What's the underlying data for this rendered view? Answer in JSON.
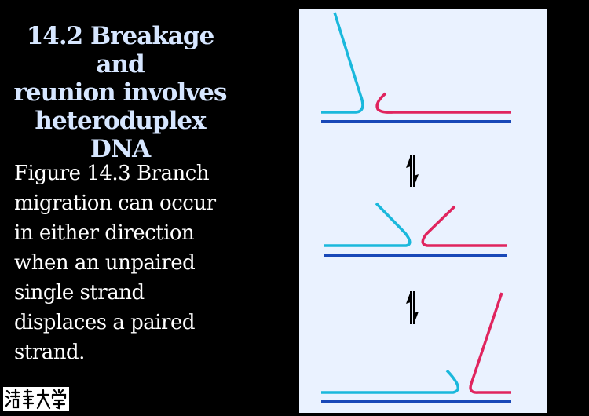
{
  "slide": {
    "title_lines": [
      "14.2 Breakage and",
      "reunion involves",
      "heteroduplex DNA"
    ],
    "caption_lines": [
      "Figure 14.3 Branch",
      "migration can occur",
      "in either direction",
      "when an unpaired",
      "single strand",
      "displaces a paired",
      "strand."
    ]
  },
  "colors": {
    "background": "#000000",
    "title": "#d6e6ff",
    "caption": "#ffffff",
    "panel": "#eaf2ff",
    "cyan_strand": "#1ab8dc",
    "magenta_strand": "#e0245e",
    "duplex_strand": "#1848b8",
    "arrow": "#000000"
  },
  "figure": {
    "stages": [
      "unpaired cyan strand displaced",
      "both strands partially unpaired",
      "unpaired magenta strand displaced"
    ],
    "arrows": [
      "reversible-arrow",
      "reversible-arrow"
    ]
  }
}
